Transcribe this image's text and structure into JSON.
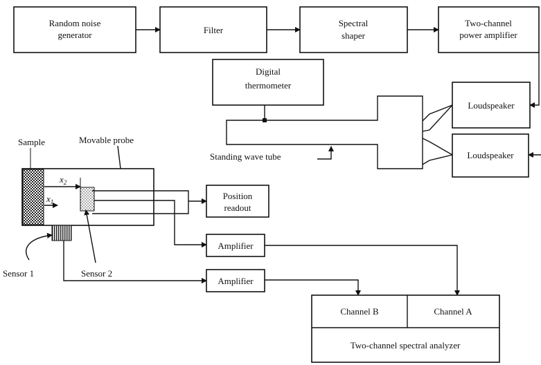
{
  "blocks": {
    "noise_generator": [
      "Random noise",
      "generator"
    ],
    "filter": "Filter",
    "spectral_shaper": [
      "Spectral",
      "shaper"
    ],
    "power_amplifier": [
      "Two-channel",
      "power amplifier"
    ],
    "thermometer": [
      "Digital",
      "thermometer"
    ],
    "loudspeaker_top": "Loudspeaker",
    "loudspeaker_bottom": "Loudspeaker",
    "position_readout": [
      "Position",
      "readout"
    ],
    "amplifier_top": "Amplifier",
    "amplifier_bottom": "Amplifier",
    "channel_b": "Channel B",
    "channel_a": "Channel A",
    "analyzer": "Two-channel spectral analyzer"
  },
  "labels": {
    "standing_wave_tube": "Standing wave tube",
    "sample": "Sample",
    "movable_probe": "Movable probe",
    "sensor_1": "Sensor 1",
    "sensor_2": "Sensor 2",
    "x2": "x",
    "x2_sub": "2",
    "x1": "x",
    "x1_sub": "1"
  }
}
